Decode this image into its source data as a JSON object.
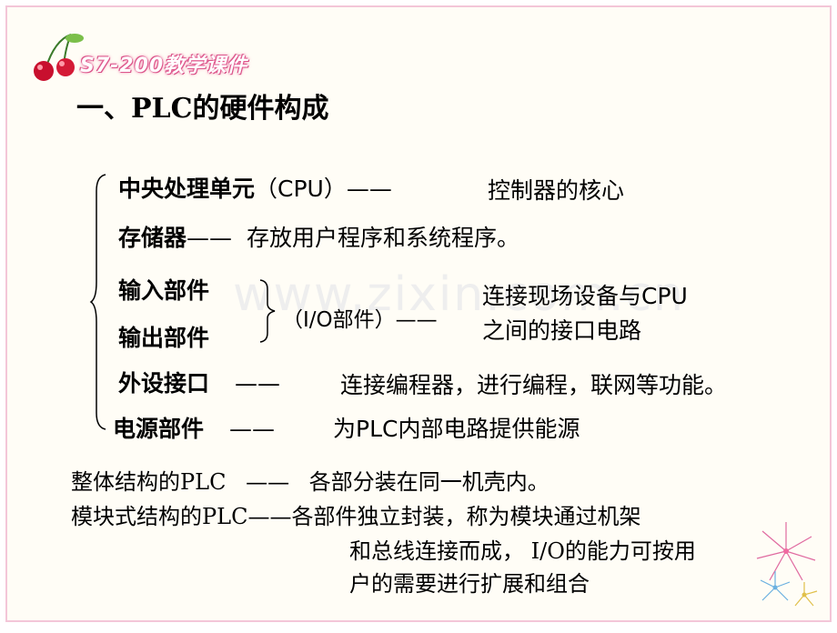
{
  "header": {
    "logo_text": "S7-200教学课件"
  },
  "title": "一、PLC的硬件构成",
  "components": [
    {
      "name": "中央处理单元",
      "suffix": "（CPU）——",
      "desc": "控制器的核心"
    },
    {
      "name": "存储器",
      "suffix": "——",
      "desc": "存放用户程序和系统程序。"
    },
    {
      "name": "输入部件"
    },
    {
      "name": "输出部件"
    },
    {
      "name": "外设接口",
      "suffix": "——",
      "desc": "连接编程器，进行编程，联网等功能。"
    },
    {
      "name": "电源部件",
      "suffix": "——",
      "desc": "为PLC内部电路提供能源"
    }
  ],
  "io_group": {
    "label": "（I/O部件）——",
    "desc_line1": "连接现场设备与CPU",
    "desc_line2": "之间的接口电路"
  },
  "structures": [
    {
      "text": "整体结构的PLC",
      "dash": "——",
      "desc": "各部分装在同一机壳内。"
    },
    {
      "text": "模块式结构的PLC——",
      "desc": "各部件独立封装，称为模块通过机架"
    }
  ],
  "structure_cont": [
    "和总线连接而成， I/O的能力可按用",
    "户的需要进行扩展和组合"
  ],
  "watermark": "www.zixin.com.cn",
  "colors": {
    "border": "#f3c6d8",
    "logo": "#e0508a",
    "cherry": "#c8102e"
  }
}
